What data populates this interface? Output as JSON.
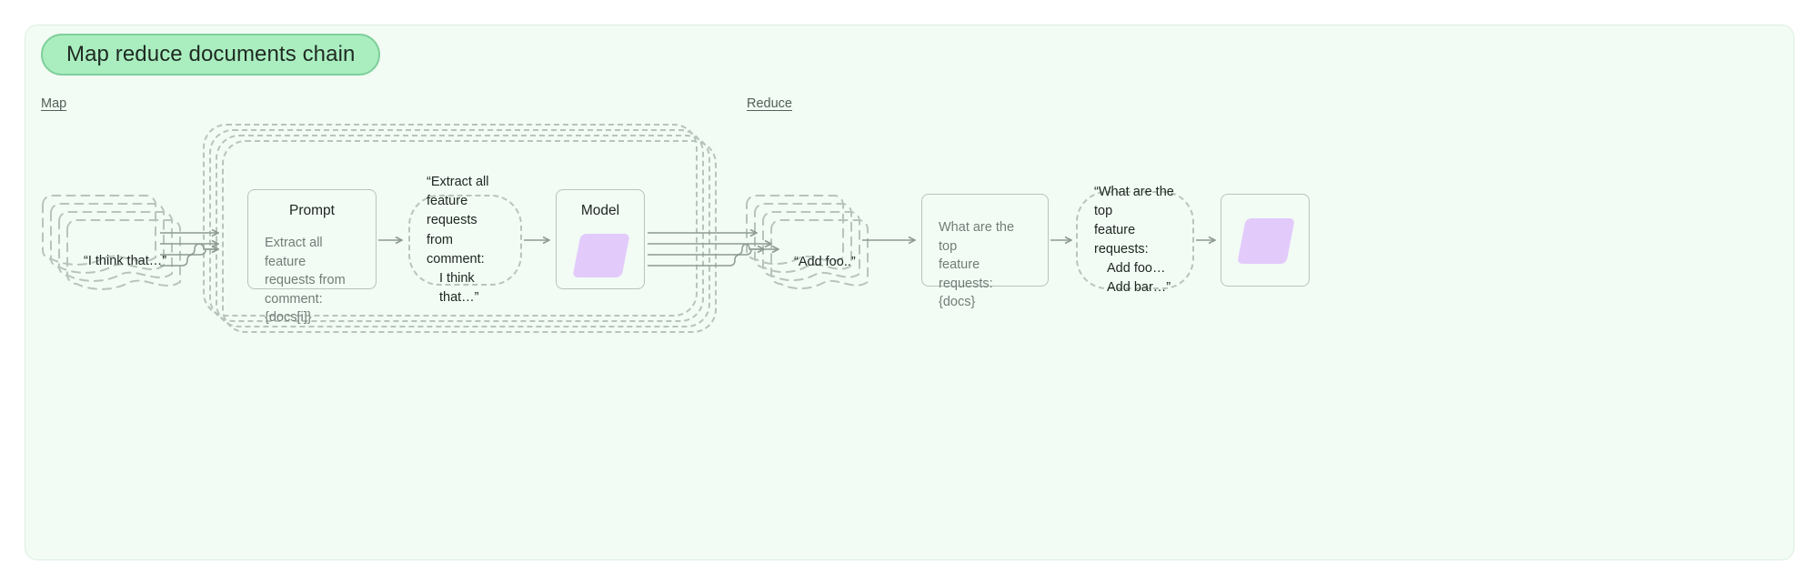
{
  "canvas": {
    "background_color": "#f2fbf4",
    "border_color": "#dcf0e0"
  },
  "title": {
    "label": "Map reduce documents chain",
    "fill_color": "#aaeec0",
    "border_color": "#7fcf9b",
    "text_color": "#1f2a22"
  },
  "sections": {
    "map_label": "Map",
    "reduce_label": "Reduce"
  },
  "map": {
    "input_docs": {
      "label": "“I think that…”",
      "stack_count": 4
    },
    "prompt_card": {
      "title": "Prompt",
      "body_line1": "Extract all feature",
      "body_line2": "requests from",
      "body_line3": "comment: {docs[i]}"
    },
    "message_card": {
      "line1": "“Extract all feature",
      "line2": "requests from",
      "line3": "comment:",
      "line4": "I think that…”"
    },
    "model_card": {
      "title": "Model",
      "shape": "parallelogram",
      "shape_color": "#e2cbfb"
    },
    "output_docs": {
      "label": "“Add foo..”",
      "stack_count": 4
    }
  },
  "reduce": {
    "prompt_card": {
      "body_line1": "What are the top",
      "body_line2": "feature requests:",
      "body_line3": "{docs}"
    },
    "message_card": {
      "line1": "“What are the top",
      "line2": "feature requests:",
      "line3": "Add foo…",
      "line4": "Add bar…”"
    },
    "model_card": {
      "shape": "parallelogram",
      "shape_color": "#e2cbfb"
    }
  },
  "style": {
    "dashed_stroke": "#b7c4bc",
    "solid_stroke": "#b7c4bc",
    "arrow_stroke": "#8d9b94",
    "muted_text": "#717d77",
    "dark_text": "#202723"
  }
}
